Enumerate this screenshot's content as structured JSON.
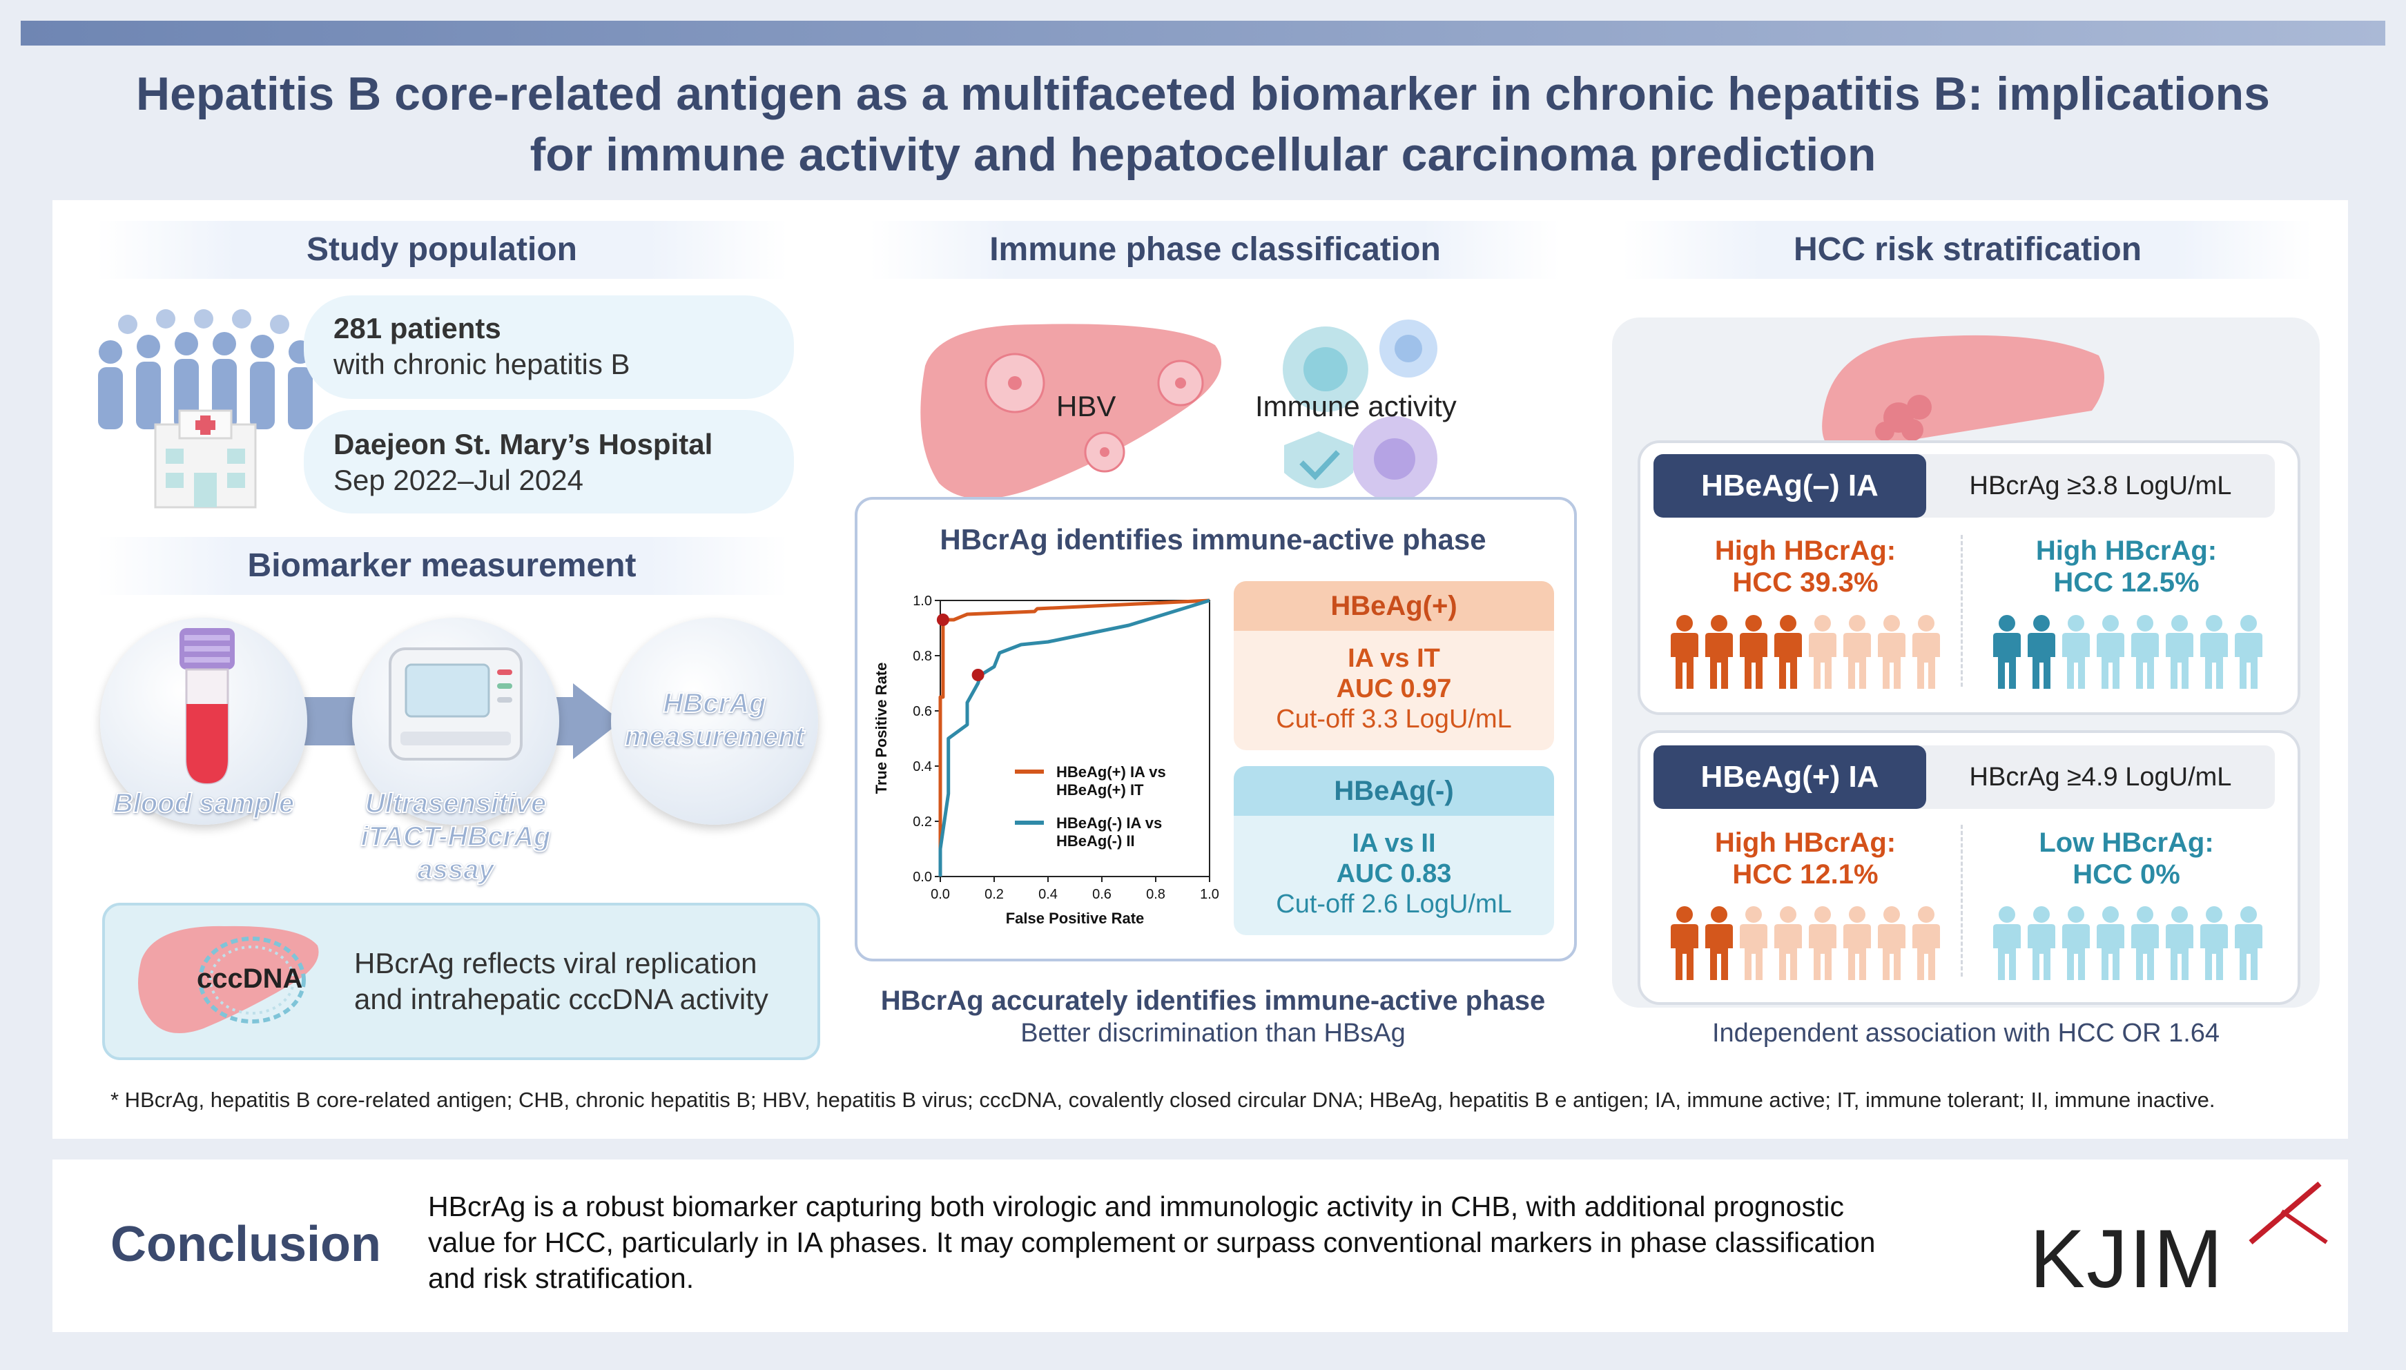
{
  "title": {
    "line1": "Hepatitis B core-related antigen as a multifaceted biomarker in chronic hepatitis B: implications",
    "line2": "for immune activity and hepatocellular carcinoma prediction"
  },
  "study_population": {
    "heading": "Study population",
    "patients_bold": "281 patients",
    "patients_sub": "with chronic hepatitis B",
    "hospital_bold": "Daejeon St. Mary’s Hospital",
    "hospital_sub": "Sep 2022–Jul 2024"
  },
  "biomarker": {
    "heading": "Biomarker measurement",
    "step1": "Blood sample",
    "step2_l1": "Ultrasensitive",
    "step2_l2": "iTACT-HBcrAg",
    "step2_l3": "assay",
    "step3_l1": "HBcrAg",
    "step3_l2": "measurement",
    "cccdna_label": "cccDNA",
    "reflect_l1": "HBcrAg reflects viral replication",
    "reflect_l2": "and intrahepatic cccDNA activity"
  },
  "immune_phase": {
    "heading": "Immune phase classification",
    "hbv_label": "HBV",
    "immune_label": "Immune activity",
    "box_title": "HBcrAg identifies immune-active phase",
    "pos_header": "HBeAg(+)",
    "pos_l1": "IA vs IT",
    "pos_l2": "AUC 0.97",
    "pos_l3": "Cut-off 3.3 LogU/mL",
    "neg_header": "HBeAg(-)",
    "neg_l1": "IA vs II",
    "neg_l2": "AUC 0.83",
    "neg_l3": "Cut-off 2.6 LogU/mL",
    "summary_bold": "HBcrAg accurately identifies immune-active phase",
    "summary_sub": "Better discrimination than HBsAg"
  },
  "chart_data": {
    "type": "line",
    "xlabel": "False Positive Rate",
    "ylabel": "True Positive Rate",
    "xlim": [
      0,
      1
    ],
    "ylim": [
      0,
      1
    ],
    "xticks": [
      "0.0",
      "0.2",
      "0.4",
      "0.6",
      "0.8",
      "1.0"
    ],
    "yticks": [
      "0.0",
      "0.2",
      "0.4",
      "0.6",
      "0.8",
      "1.0"
    ],
    "grid": false,
    "legend_position": "lower-right",
    "series": [
      {
        "name_l1": "HBeAg(+) IA vs",
        "name_l2": "HBeAg(+) IT",
        "color": "#d4571c",
        "x": [
          0,
          0,
          0,
          0.01,
          0.01,
          0.05,
          0.1,
          0.35,
          0.36,
          1.0
        ],
        "y": [
          0,
          0.3,
          0.65,
          0.65,
          0.93,
          0.93,
          0.95,
          0.96,
          0.97,
          1.0
        ],
        "marker": {
          "x": 0.01,
          "y": 0.93
        }
      },
      {
        "name_l1": "HBeAg(-) IA vs",
        "name_l2": "HBeAg(-) II",
        "color": "#2f8aa8",
        "x": [
          0,
          0,
          0.03,
          0.03,
          0.1,
          0.1,
          0.14,
          0.15,
          0.2,
          0.22,
          0.3,
          0.4,
          0.5,
          0.6,
          0.7,
          0.8,
          0.9,
          1.0
        ],
        "y": [
          0,
          0.1,
          0.3,
          0.5,
          0.55,
          0.63,
          0.7,
          0.73,
          0.76,
          0.81,
          0.84,
          0.85,
          0.87,
          0.89,
          0.91,
          0.94,
          0.97,
          1.0
        ],
        "marker": {
          "x": 0.14,
          "y": 0.73
        }
      }
    ]
  },
  "hcc_risk": {
    "heading": "HCC risk stratification",
    "neg_pill": "HBeAg(–) IA",
    "neg_threshold": "HBcrAg ≥3.8 LogU/mL",
    "neg_left_l1": "High HBcrAg:",
    "neg_left_l2": "HCC 39.3%",
    "neg_right_l1": "High HBcrAg:",
    "neg_right_l2": "HCC 12.5%",
    "pos_pill": "HBeAg(+) IA",
    "pos_threshold": "HBcrAg ≥4.9 LogU/mL",
    "pos_left_l1": "High HBcrAg:",
    "pos_left_l2": "HCC 12.1%",
    "pos_right_l1": "Low HBcrAg:",
    "pos_right_l2": "HCC 0%",
    "footer": "Independent association with HCC OR 1.64",
    "icon_rows": [
      {
        "filled": 4,
        "total": 8,
        "fill": "#d4571c",
        "empty": "#f7cdb5"
      },
      {
        "filled": 2,
        "total": 8,
        "fill": "#2f8aa8",
        "empty": "#a8dcea"
      },
      {
        "filled": 2,
        "total": 8,
        "fill": "#d4571c",
        "empty": "#f7cdb5"
      },
      {
        "filled": 0,
        "total": 8,
        "fill": "#2f8aa8",
        "empty": "#a8dcea"
      }
    ]
  },
  "footnote": "* HBcrAg, hepatitis B core-related antigen; CHB, chronic hepatitis B; HBV, hepatitis B virus; cccDNA, covalently closed circular DNA; HBeAg, hepatitis B e antigen; IA, immune active; IT, immune tolerant; II, immune inactive.",
  "conclusion": {
    "heading": "Conclusion",
    "l1": "HBcrAg is a robust biomarker capturing both virologic and immunologic activity in CHB, with additional prognostic",
    "l2": "value for HCC, particularly in IA phases. It may complement or surpass conventional markers in phase  classification",
    "l3": "and risk stratification."
  },
  "logo": "KJIM",
  "colors": {
    "navy": "#3b4a6e",
    "orange": "#d4571c",
    "teal": "#2f8aa8"
  }
}
